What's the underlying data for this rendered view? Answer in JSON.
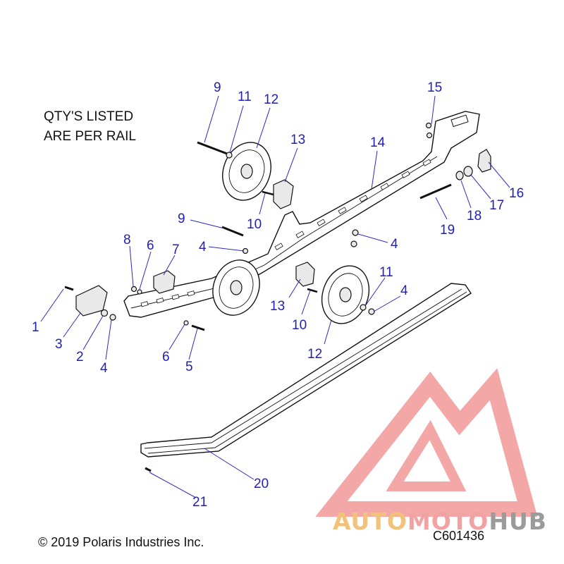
{
  "note": {
    "line1": "QTY'S LISTED",
    "line2": "ARE PER RAIL"
  },
  "copyright": "© 2019 Polaris Industries Inc.",
  "diagram_code": "C601436",
  "watermark": {
    "part1": "AUTO",
    "part2": "MOTO",
    "part3": "HUB",
    "colors": {
      "auto": "#f3c27a",
      "moto": "#f1a3a3",
      "hub": "#9b9b9b",
      "logo": "#f08a8a"
    }
  },
  "callouts": {
    "c1": "1",
    "c2": "2",
    "c3": "3",
    "c4a": "4",
    "c4b": "4",
    "c4c": "4",
    "c4d": "4",
    "c5": "5",
    "c6a": "6",
    "c6b": "6",
    "c7": "7",
    "c8": "8",
    "c9a": "9",
    "c9b": "9",
    "c10a": "10",
    "c10b": "10",
    "c11a": "11",
    "c11b": "11",
    "c12a": "12",
    "c12b": "12",
    "c13a": "13",
    "c13b": "13",
    "c14": "14",
    "c15": "15",
    "c16": "16",
    "c17": "17",
    "c18": "18",
    "c19": "19",
    "c20": "20",
    "c21": "21"
  }
}
